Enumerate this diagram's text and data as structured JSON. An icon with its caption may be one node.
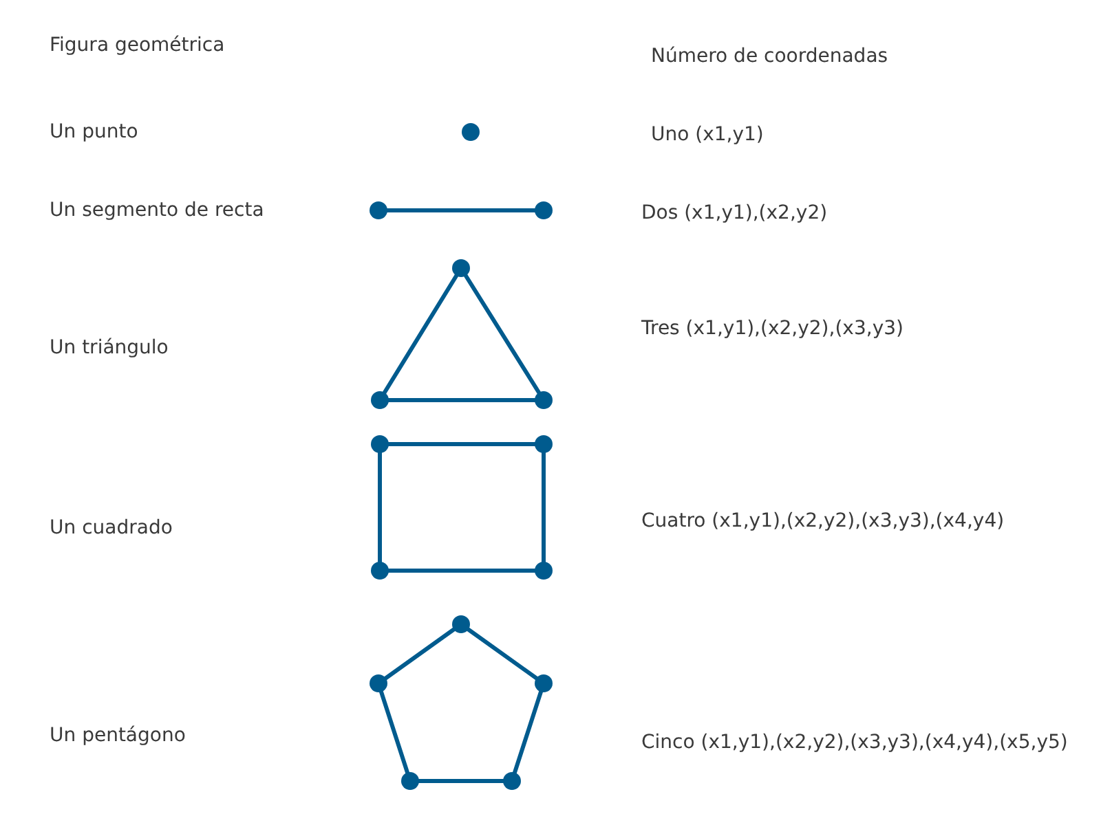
{
  "diagram": {
    "labels": [
      "Figura geométrica",
      "Número de coordenadas",
      "Un punto",
      "Uno (x1,y1)",
      "Un segmento de recta",
      "Dos (x1,y1),(x2,y2)",
      "Un triángulo",
      "Tres (x1,y1),(x2,y2),(x3,y3)",
      "Un cuadrado",
      "Cuatro (x1,y1),(x2,y2),(x3,y3),(x4,y4)",
      "Un pentágono",
      "Cinco (x1,y1),(x2,y2),(x3,y3),(x4,y4),(x5,y5)"
    ]
  }
}
